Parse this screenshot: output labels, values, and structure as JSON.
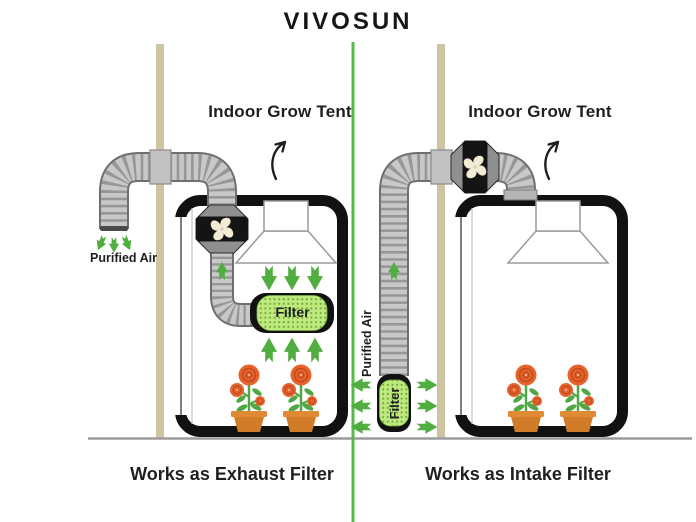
{
  "brand": {
    "logo_text": "VIVOSUN"
  },
  "left_diagram": {
    "tent_label": "Indoor Grow Tent",
    "purified_air_label": "Purified Air",
    "filter_label": "Filter",
    "caption": "Works as Exhaust Filter"
  },
  "right_diagram": {
    "tent_label": "Indoor Grow Tent",
    "purified_air_label": "Purified Air",
    "filter_label": "Filter",
    "caption": "Works as Intake Filter"
  },
  "icons": {
    "inline_fan": "fan-icon",
    "carbon_filter": "carbon-filter-icon",
    "grow_light": "grow-light-icon",
    "plant": "potted-plant-icon",
    "airflow": "airflow-arrow-icon",
    "circulation": "circulation-arrow-icon"
  },
  "colors": {
    "arrow_green": "#4fae3f",
    "filter_green": "#bfe97d",
    "filter_dot_green": "#69a33b",
    "divider_green": "#57b94a",
    "duct_gray": "#c8c8c8",
    "duct_band_gray": "#979797",
    "duct_outline": "#6f6f6f",
    "fan_black": "#141414",
    "fan_flange_gray": "#8f8f8f",
    "blade_cream": "#f2ecd4",
    "pole_tan": "#cdc5a2",
    "pot_orange": "#d17c28",
    "pot_rim_orange": "#e08a35",
    "flower_orange": "#e8632c",
    "flower_spiral": "#bf4d20",
    "leaf_green": "#4fa845",
    "tent_black": "#111111",
    "ground_gray": "#9b9b9b",
    "text_black": "#1f1f1f"
  }
}
